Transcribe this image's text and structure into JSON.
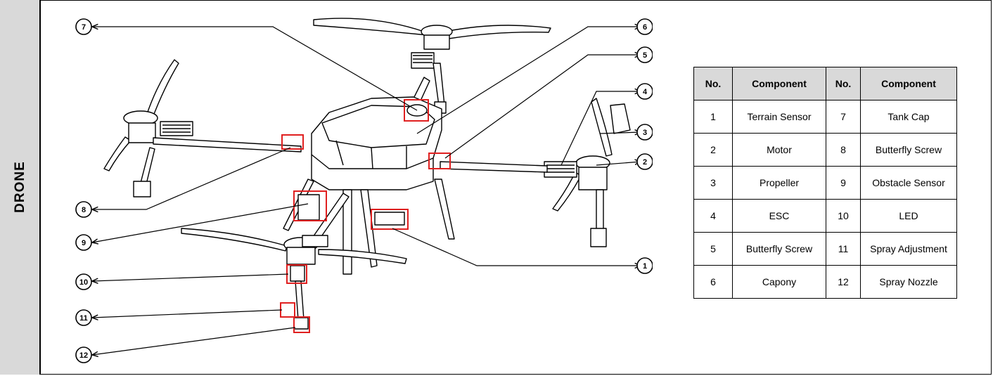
{
  "side_label": "DRONE",
  "callouts": [
    "1",
    "2",
    "3",
    "4",
    "5",
    "6",
    "7",
    "8",
    "9",
    "10",
    "11",
    "12"
  ],
  "table": {
    "headers": [
      "No.",
      "Component",
      "No.",
      "Component"
    ],
    "rows": [
      [
        "1",
        "Terrain Sensor",
        "7",
        "Tank Cap"
      ],
      [
        "2",
        "Motor",
        "8",
        "Butterfly Screw"
      ],
      [
        "3",
        "Propeller",
        "9",
        "Obstacle Sensor"
      ],
      [
        "4",
        "ESC",
        "10",
        "LED"
      ],
      [
        "5",
        "Butterfly Screw",
        "11",
        "Spray Adjustment"
      ],
      [
        "6",
        "Capony",
        "12",
        "Spray Nozzle"
      ]
    ]
  },
  "colors": {
    "highlight": "#e02020",
    "header_bg": "#d9d9d9",
    "line": "#000000"
  }
}
